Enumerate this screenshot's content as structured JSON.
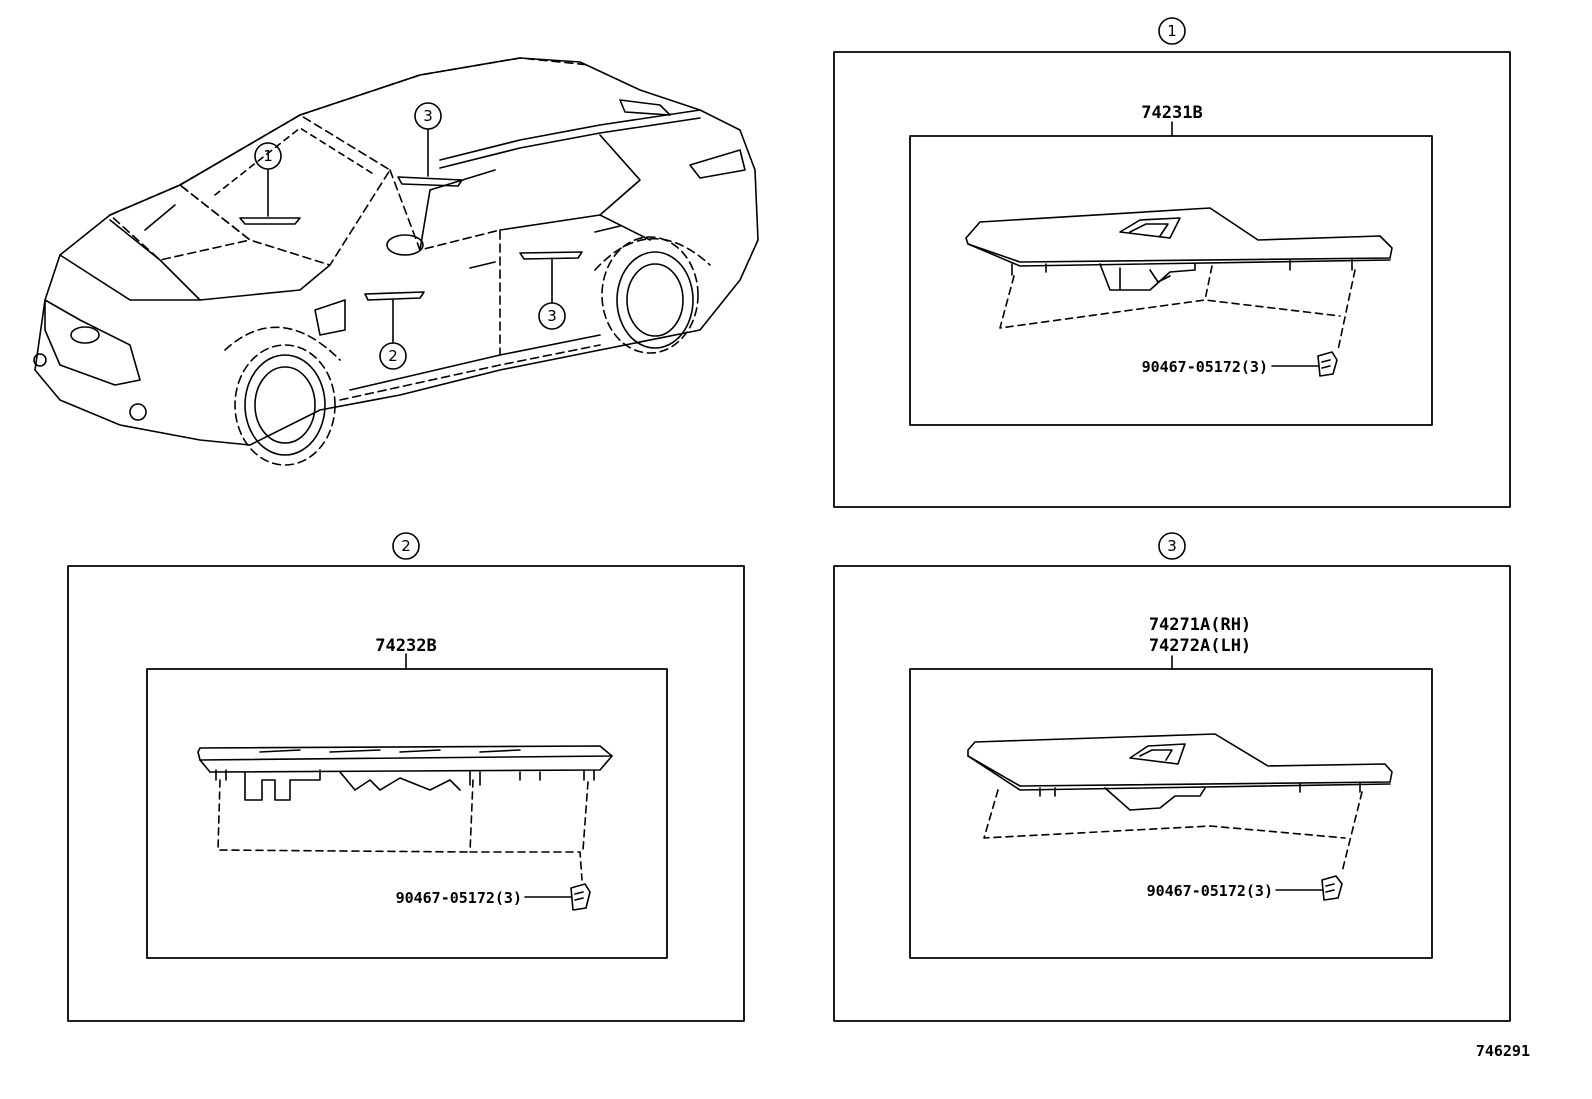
{
  "diagram_id": "746291",
  "callout_numbers": [
    "1",
    "2",
    "3"
  ],
  "overview": {
    "callouts": [
      "1",
      "3",
      "2",
      "3"
    ]
  },
  "panels": [
    {
      "number": "1",
      "part_labels": [
        "74231B"
      ],
      "fastener_label": "90467-05172(3)"
    },
    {
      "number": "2",
      "part_labels": [
        "74232B"
      ],
      "fastener_label": "90467-05172(3)"
    },
    {
      "number": "3",
      "part_labels": [
        "74271A(RH)",
        "74272A(LH)"
      ],
      "fastener_label": "90467-05172(3)"
    }
  ]
}
